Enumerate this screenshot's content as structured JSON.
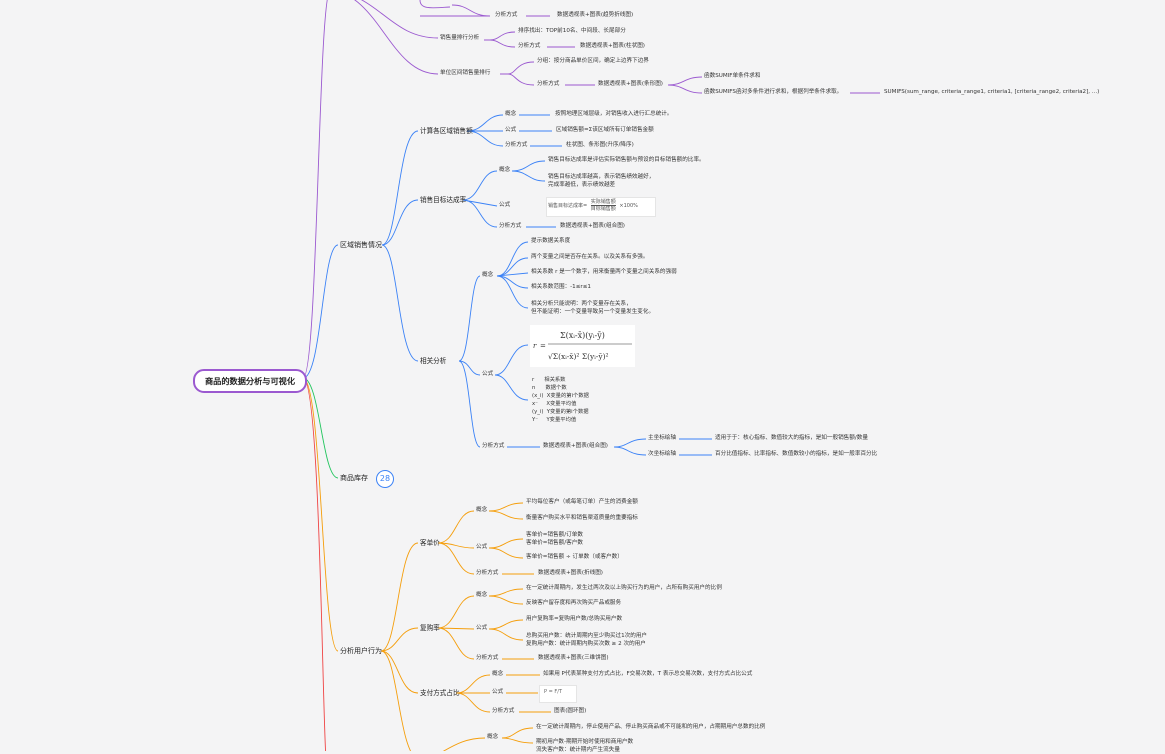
{
  "root": {
    "label": "商品的数据分析与可视化"
  },
  "colors": {
    "purple": "#9b59d0",
    "blue": "#3b82f6",
    "green": "#22c55e",
    "orange": "#f59e0b",
    "red": "#ef4444"
  },
  "top": {
    "analysis_method_1": "分析方式",
    "analysis_desc_1": "数据透视表+图表(趋势折线图)",
    "ranking": "销售量排行分析",
    "ranking_c1": "排序找出：TOP前10名、中间段、长尾部分",
    "ranking_method": "分析方式",
    "ranking_method_desc": "数据透视表+图表(柱状图)",
    "price": "单位区间销售量排行",
    "price_c1": "分组：按分商品单价区间，确定上边界下边界",
    "price_method": "分析方式",
    "price_method_desc": "数据透视表+图表(条形图)",
    "price_f1": "函数SUMIF单条件求和",
    "price_f2": "函数SUMIFS函对多条件进行求和，根据列举条件求取。",
    "price_f2_syntax": "SUMIFS(sum_range, criteria_range1, criteria1, [criteria_range2, criteria2], ...)"
  },
  "region": {
    "label": "区域销售情况",
    "calc": {
      "label": "计算各区域销售额",
      "concept": "概念",
      "concept_text": "按照地理区域层级，对销售收入进行汇总统计。",
      "formula": "公式",
      "formula_text": "区域销售额=Σ该区域所有订单销售金额",
      "method": "分析方式",
      "method_text": "柱状图、条形图(升序/降序)"
    },
    "target": {
      "label": "销售目标达成率",
      "concept": "概念",
      "c1": "销售目标达成率是评估实际销售额与预设的目标销售额的比率。",
      "c2": "销售目标达成率越高，表示销售绩效越好，\n完成率越低，表示绩效越差",
      "formula": "公式",
      "formula_left": "销售目标达成率=",
      "frac_top": "实际销售额",
      "frac_bottom": "目标销售额",
      "frac_tail": "×100%",
      "method": "分析方式",
      "method_text": "数据透视表+图表(组合图)"
    },
    "corr": {
      "label": "相关分析",
      "concept": "概念",
      "c1": "提示数据关系度",
      "c2": "两个变量之间是否存在关系。以及关系有多强。",
      "c3": "相关系数 r 是一个数字，用来衡量两个变量之间关系的强弱",
      "c4": "相关系数范围：-1≤r≤1",
      "c5": "相关分析只能说明：两个变量存在关系，\n但不能证明：一个变量导致另一个变量发生变化。",
      "formula": "公式",
      "r": "r",
      "sym": "r      相关系数\nn      数据个数\n(x_i)  X变量的第i个数据\nx⁻     X变量平均值\n(y_i)  Y变量的第i个数据\nY⁻     Y变量平均值",
      "method": "分析方式",
      "method_text": "数据透视表+图表(组合图)",
      "m1": "主坐标绘轴",
      "m1_text": "适用于于：核心指标、数值较大的指标，是如一般销售额/数量",
      "m2": "次坐标绘轴",
      "m2_text": "百分比值指标、比率指标、数值数较小的指标，是如一般率百分比"
    }
  },
  "inventory": {
    "label": "商品库存",
    "count": "28"
  },
  "user": {
    "label": "分析用户行为",
    "aov": {
      "label": "客单价",
      "concept": "概念",
      "c1": "平均每位客户（或每笔订单）产生的消费金额",
      "c2": "衡量客户购买水平和销售渠道质量的重要指标",
      "formula": "公式",
      "f1": "客单价=销售额/订单数\n客单价=销售额/客户数",
      "f2": "客单价=销售额 ÷ 订单数（或客户数）",
      "method": "分析方式",
      "method_text": "数据透视表+图表(折线图)"
    },
    "repurchase": {
      "label": "复购率",
      "concept": "概念",
      "c1": "在一定统计周期内，发生过两次及以上购买行为的用户，占所有购买用户的比例",
      "c2": "反映客户留存度和再次购买产品或服务",
      "formula": "公式",
      "f1": "用户复购率=复购用户数/总购买用户数",
      "f2": "总购买用户数：统计周期内至少购买过1次的用户\n复购用户数：统计周期内购买次数 ≥ 2 次的用户",
      "method": "分析方式",
      "method_text": "数据透视表+图表(三维饼图)"
    },
    "payment": {
      "label": "支付方式占比",
      "concept": "概念",
      "c1": "如果用 P代表某种支付方式占比，F交易次数，T 表示总交易次数，支付方式占比公式",
      "formula": "公式",
      "f1": "P  =  F/T",
      "method": "分析方式",
      "method_text": "图表(圆环图)"
    },
    "churn": {
      "label": "概念",
      "c1": "在一定统计周期内，停止使用产品、停止购买商品或不可能和的用户，占期期用户总数的比例",
      "c2": "期初用户数-期期开始时使用和商用户数",
      "c3": "流失客户数：统计期内产生流失量"
    }
  }
}
